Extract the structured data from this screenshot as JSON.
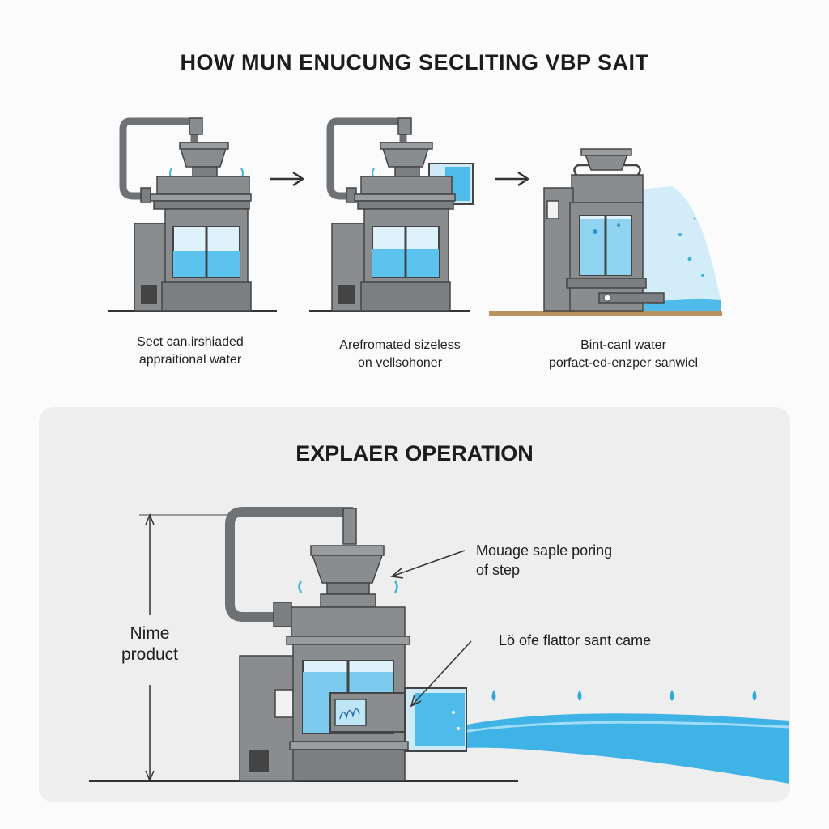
{
  "title": "HOW MUN ENUCUNG SECLITING VBP SAIT",
  "steps": [
    {
      "caption_line1": "Sect can.irshiaded",
      "caption_line2": "appraitional water"
    },
    {
      "caption_line1": "Arefromated sizeless",
      "caption_line2": "on vellsohoner"
    },
    {
      "caption_line1": "Bint-canl water",
      "caption_line2": "porfact-ed-enzper sanwiel"
    }
  ],
  "operation": {
    "title": "EXPLAER OPERATION",
    "height_label_line1": "Nime",
    "height_label_line2": "product",
    "callout_top_line1": "Mouage saple poring",
    "callout_top_line2": "of step",
    "callout_mid": "Lö ofe flattor  sant came"
  },
  "colors": {
    "metal": "#8a8d90",
    "metal_dark": "#5a5d60",
    "water": "#3fb3e6",
    "water_light": "#bfe6f7",
    "panel": "#eeeeef"
  },
  "icons": [
    "right-arrow-icon",
    "water-drop-icon"
  ]
}
